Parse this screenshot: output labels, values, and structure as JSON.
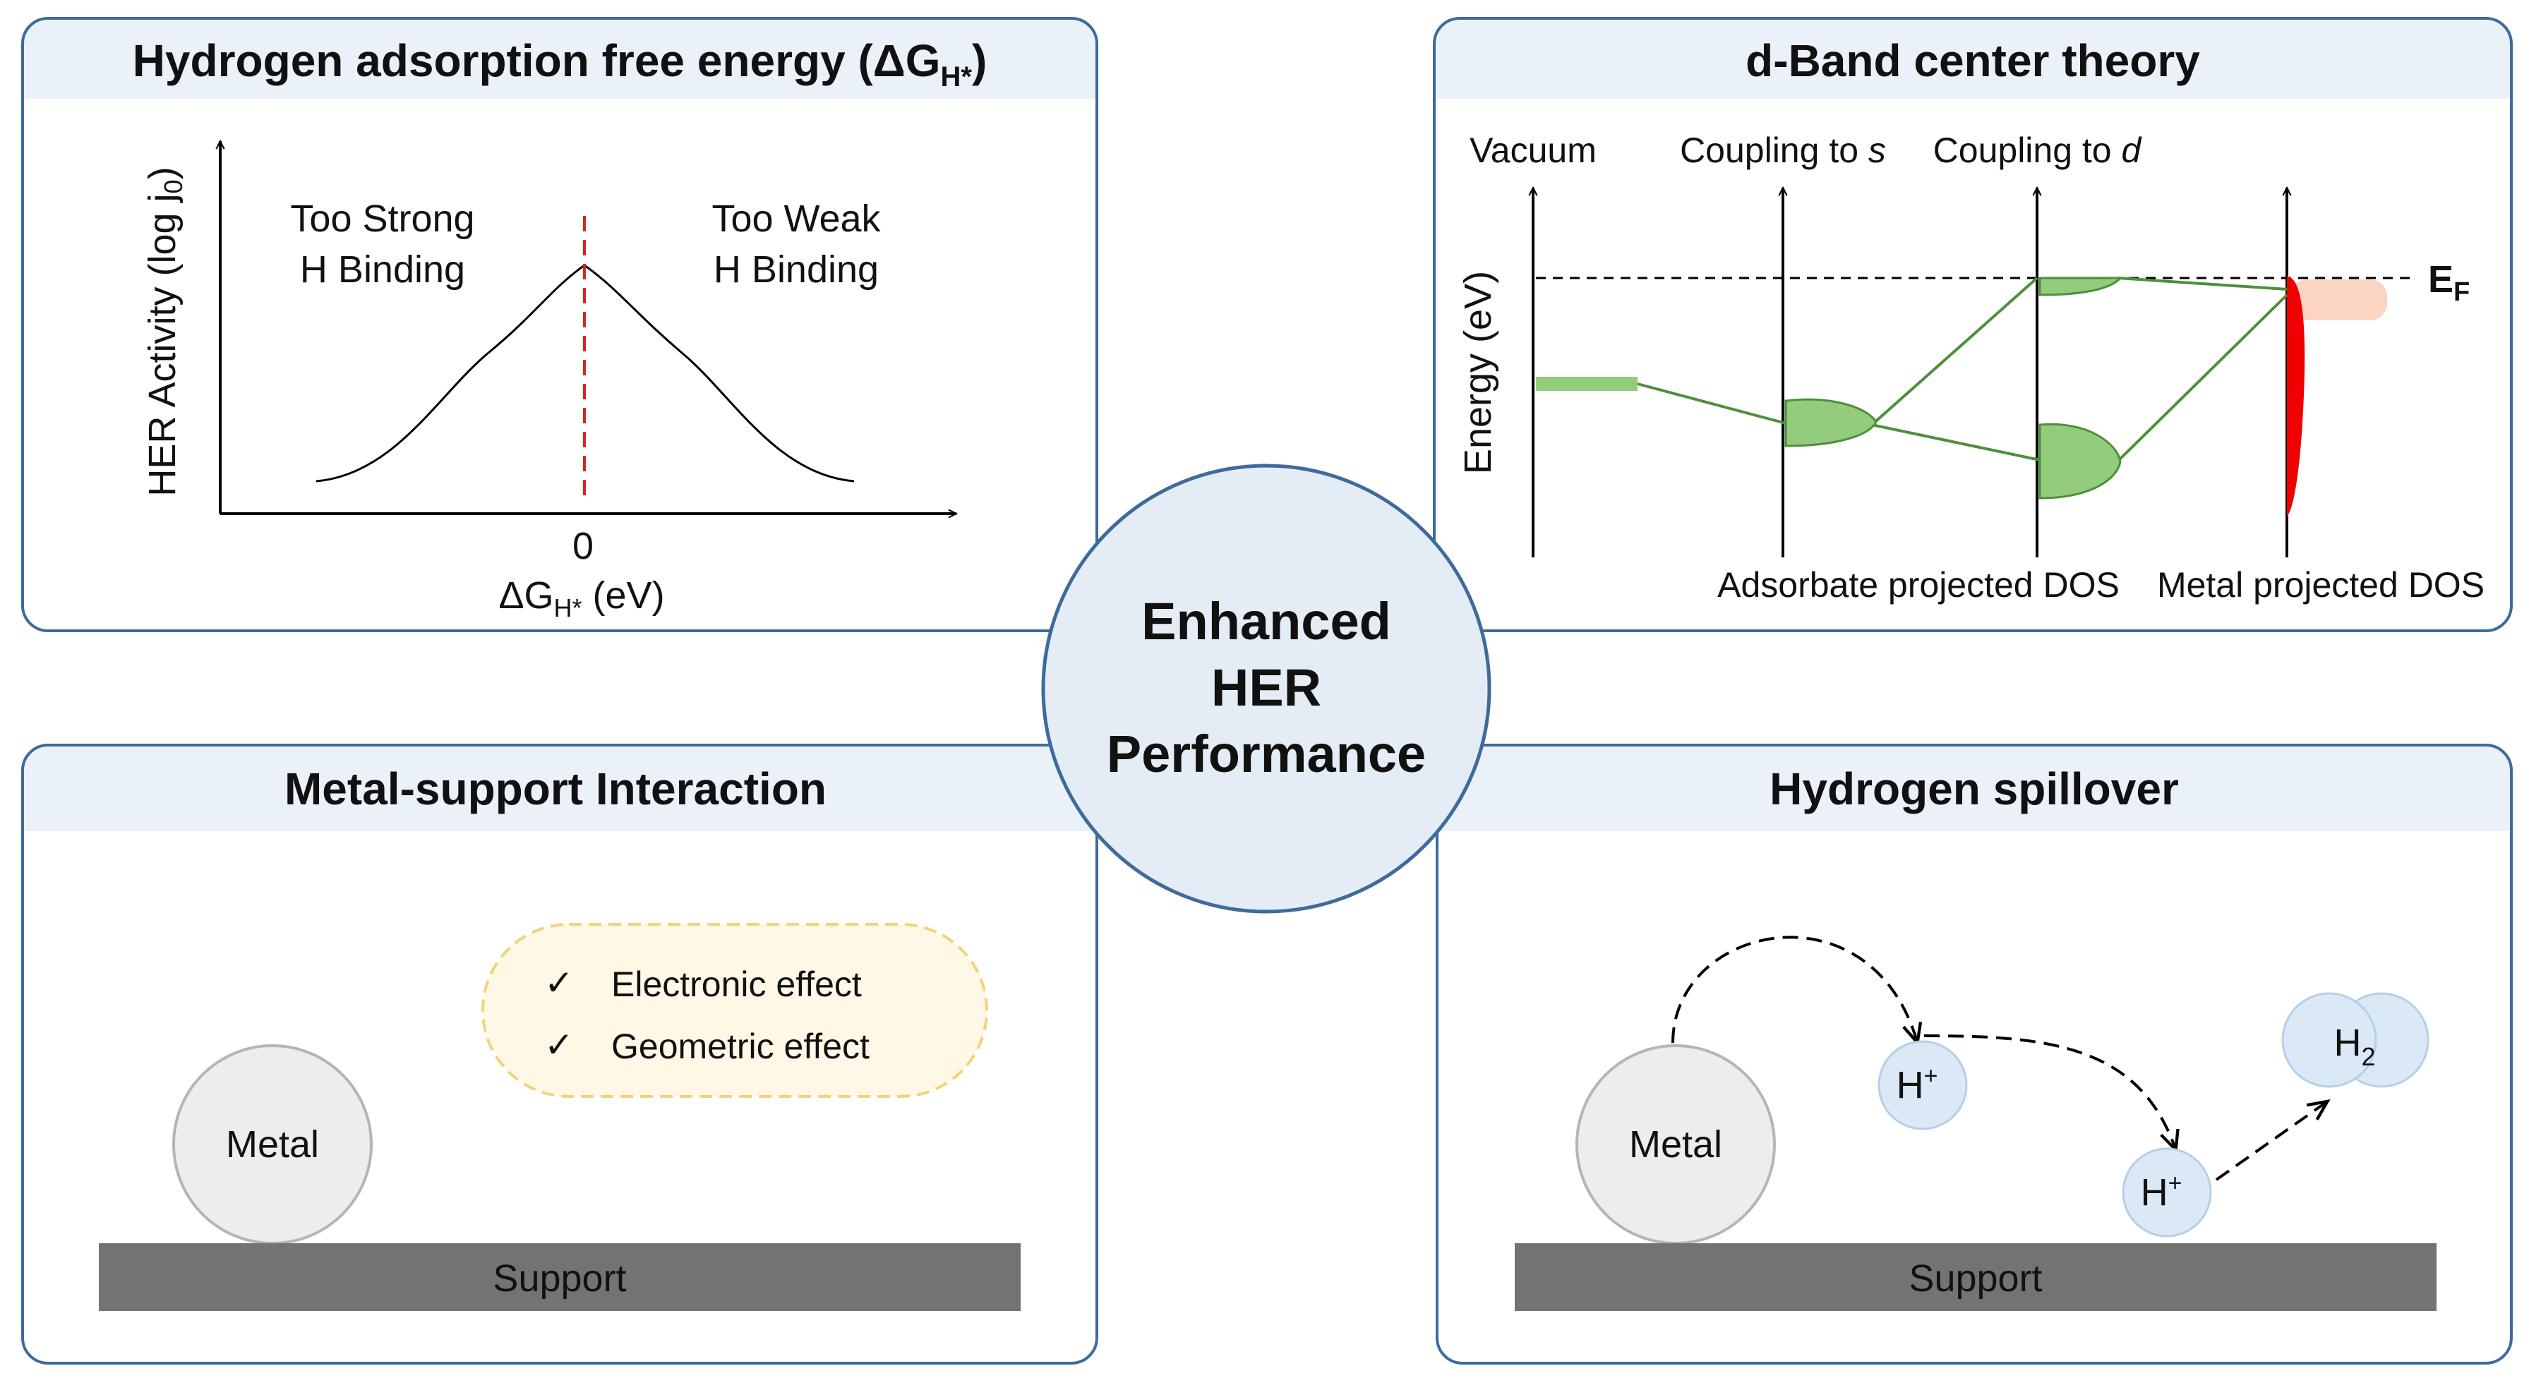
{
  "colors": {
    "panel_border": "#3f6a9c",
    "panel_header_fill": "#eaf1f9",
    "center_circle_fill": "#e4edf6",
    "curve_line": "#000000",
    "optimum_dashed_line": "#e02020",
    "adsorbate_state_green": "#93cc7d",
    "coupling_line_green": "#4f8f3a",
    "metal_dband_red": "#f00000",
    "occupied_band_peach": "#fbd5c2",
    "metal_sphere_fill": "#ededed",
    "support_bar_fill": "#737373",
    "effects_box_fill": "#fff8e6",
    "effects_box_border": "#f3d27a",
    "h_bubble_fill": "#dbe8f5"
  },
  "center": {
    "line1": "Enhanced",
    "line2": "HER",
    "line3": "Performance"
  },
  "panel_gh": {
    "title_main": "Hydrogen adsorption free energy (ΔG",
    "title_sub": "H*",
    "title_end": ")",
    "ylabel_main": "HER Activity (log j",
    "ylabel_sub": "0",
    "ylabel_end": ")",
    "left_label_line1": "Too Strong",
    "left_label_line2": "H Binding",
    "right_label_line1": "Too Weak",
    "right_label_line2": "H Binding",
    "x_tick": "0",
    "xlabel_main": "ΔG",
    "xlabel_sub": "H*",
    "xlabel_end": " (eV)"
  },
  "panel_dband": {
    "title": "d-Band center theory",
    "col_vacuum": "Vacuum",
    "col_s_text": "Coupling to ",
    "col_s_italic": "s",
    "col_d_text": "Coupling to ",
    "col_d_italic": "d",
    "ylabel": "Energy (eV)",
    "fermi_main": "E",
    "fermi_sub": "F",
    "adsorbate_dos": "Adsorbate projected DOS",
    "metal_dos": "Metal projected DOS"
  },
  "panel_msi": {
    "title": "Metal-support Interaction",
    "check_mark": "✓",
    "effect1": "Electronic effect",
    "effect2": "Geometric effect",
    "metal_label": "Metal",
    "support_label": "Support"
  },
  "panel_spill": {
    "title": "Hydrogen spillover",
    "metal_label": "Metal",
    "support_label": "Support",
    "hplus_main": "H",
    "hplus_sup": "+",
    "h2_main": "H",
    "h2_sub": "2"
  }
}
